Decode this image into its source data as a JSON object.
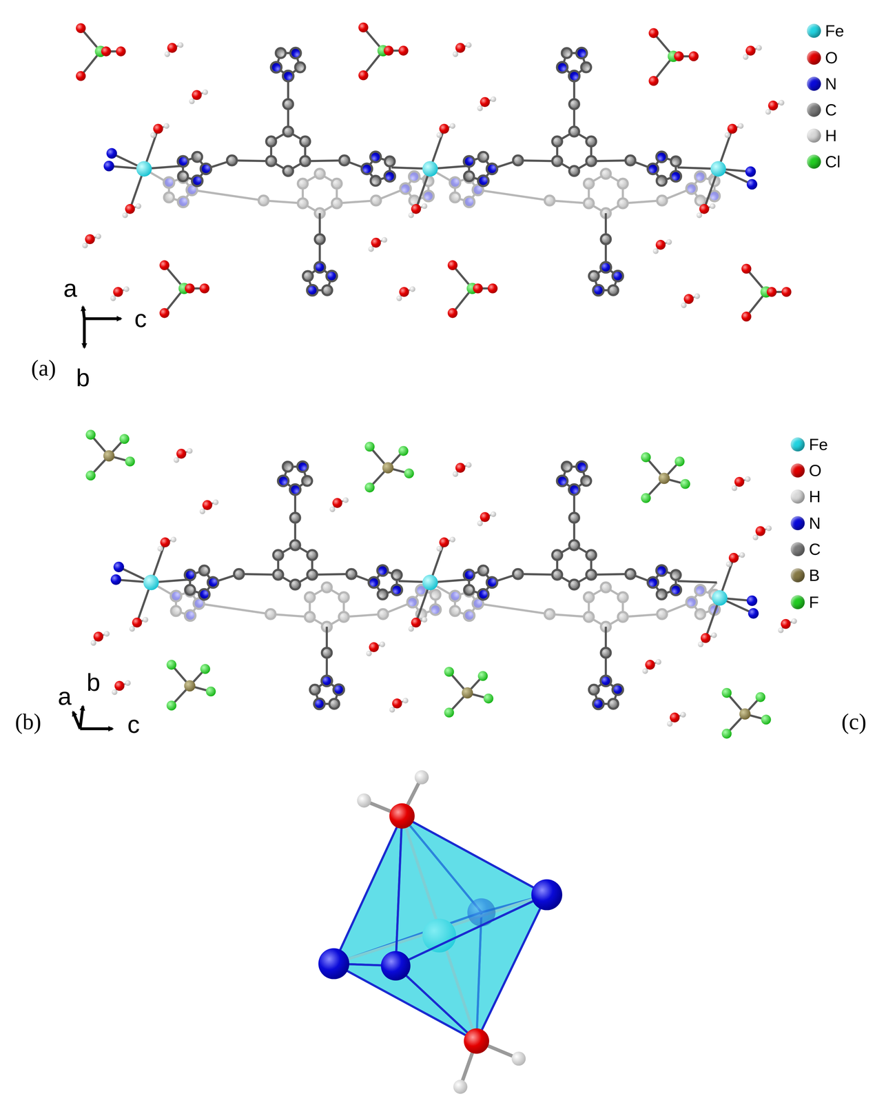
{
  "diagram": {
    "labels": [
      "(a)",
      "a",
      "b",
      "c",
      "(b)",
      "a",
      "b",
      "c",
      "(c)"
    ],
    "legend": [
      {
        "text": "Fe",
        "color": "#22d3e0"
      },
      {
        "text": "O",
        "color": "#e00000"
      },
      {
        "text": "N",
        "color": "#0a0ad8"
      },
      {
        "text": "C",
        "color": "#7a7a7a"
      },
      {
        "text": "H",
        "color": "#d8d8d8"
      },
      {
        "text": "Cl",
        "color": "#22cc22"
      },
      {
        "text": "Fe",
        "color": "#22d3e0"
      },
      {
        "text": "O",
        "color": "#e00000"
      },
      {
        "text": "H",
        "color": "#d8d8d8"
      },
      {
        "text": "N",
        "color": "#0a0ad8"
      },
      {
        "text": "C",
        "color": "#7a7a7a"
      },
      {
        "text": "B",
        "color": "#857844"
      },
      {
        "text": "F",
        "color": "#22cc22"
      }
    ]
  }
}
